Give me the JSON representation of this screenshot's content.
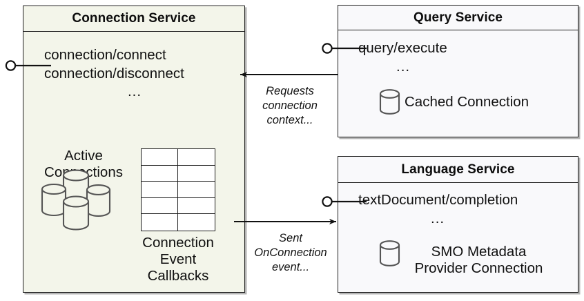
{
  "diagram": {
    "title_hidden": "",
    "services": [
      {
        "id": "connection-service",
        "name": "Connection Service",
        "endpoints": [
          "connection/connect",
          "connection/disconnect"
        ],
        "ellipsis": "...",
        "parts": [
          {
            "id": "active-connections",
            "label_line1": "Active",
            "label_line2": "Connections",
            "icon": "database-cluster-icon"
          },
          {
            "id": "connection-event-callbacks",
            "label_line1": "Connection",
            "label_line2": "Event",
            "label_line3": "Callbacks",
            "icon": "table-grid-icon"
          }
        ]
      },
      {
        "id": "query-service",
        "name": "Query Service",
        "endpoints": [
          "query/execute"
        ],
        "ellipsis": "...",
        "parts": [
          {
            "id": "cached-connection",
            "label_line1": "Cached Connection",
            "icon": "database-icon"
          }
        ]
      },
      {
        "id": "language-service",
        "name": "Language Service",
        "endpoints": [
          "textDocument/completion"
        ],
        "ellipsis": "...",
        "parts": [
          {
            "id": "smo-metadata-provider-connection",
            "label_line1": "SMO Metadata",
            "label_line2": "Provider Connection",
            "icon": "database-icon"
          }
        ]
      }
    ],
    "connectors": [
      {
        "id": "requests-connection-context",
        "caption_line1": "Requests",
        "caption_line2": "connection",
        "caption_line3": "context...",
        "direction": "query-service-to-connection-service"
      },
      {
        "id": "sent-onconnection-event",
        "caption_line1": "Sent",
        "caption_line2": "OnConnection",
        "caption_line3": "event...",
        "direction": "connection-service-to-language-service"
      }
    ],
    "interfaces": [
      {
        "id": "connection-service-interface",
        "icon": "lollipop-interface-icon"
      },
      {
        "id": "query-service-interface",
        "icon": "lollipop-interface-icon"
      },
      {
        "id": "language-service-interface",
        "icon": "lollipop-interface-icon"
      }
    ],
    "colors": {
      "connection_service_fill": "#f3f5ea",
      "other_service_fill": "#f9f9fb",
      "stroke": "#1a1a1a",
      "icon_stroke": "#555555",
      "background": "#ffffff"
    }
  }
}
